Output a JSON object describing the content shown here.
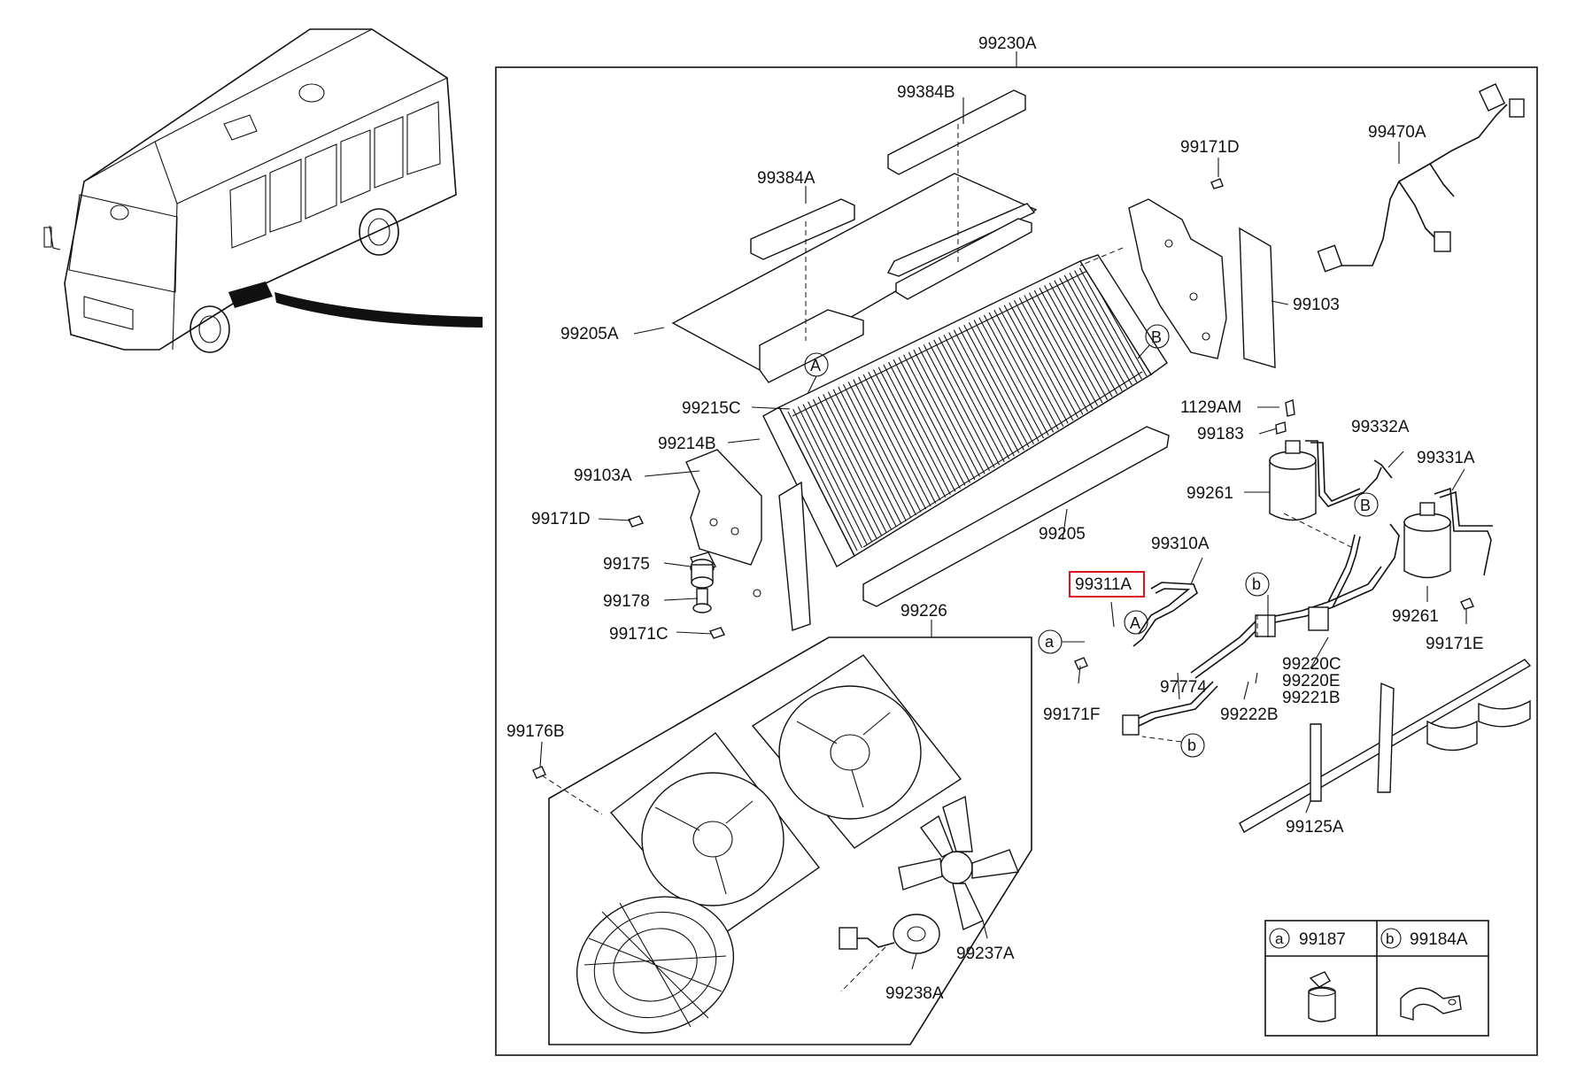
{
  "diagram": {
    "assembly_label": "99230A",
    "callouts": {
      "c99384B": "99384B",
      "c99384A": "99384A",
      "c99171D_top": "99171D",
      "c99470A": "99470A",
      "c99205A": "99205A",
      "c99103": "99103",
      "c99215C": "99215C",
      "c99214B": "99214B",
      "c99103A": "99103A",
      "c99171D_left": "99171D",
      "c1129AM": "1129AM",
      "c99183": "99183",
      "c99332A": "99332A",
      "c99331A": "99331A",
      "c99261_a": "99261",
      "c99205": "99205",
      "c99175": "99175",
      "c99310A": "99310A",
      "c99311A": "99311A",
      "c99178": "99178",
      "c99261_b": "99261",
      "c99171C": "99171C",
      "c99226": "99226",
      "c99171E": "99171E",
      "c99220C": "99220C",
      "c99220E": "99220E",
      "c99221B": "99221B",
      "c97774": "97774",
      "c99222B": "99222B",
      "c99171F": "99171F",
      "c99176B": "99176B",
      "c99125A": "99125A",
      "c99237A": "99237A",
      "c99238A": "99238A"
    },
    "circle_marks": {
      "A1": "A",
      "A2": "A",
      "B1": "B",
      "B2": "B",
      "a1": "a",
      "b1": "b",
      "b2": "b"
    },
    "legend": {
      "a_mark": "a",
      "a_part": "99187",
      "b_mark": "b",
      "b_part": "99184A"
    },
    "highlighted_part": "99311A",
    "highlight_color": "#e0141e"
  }
}
